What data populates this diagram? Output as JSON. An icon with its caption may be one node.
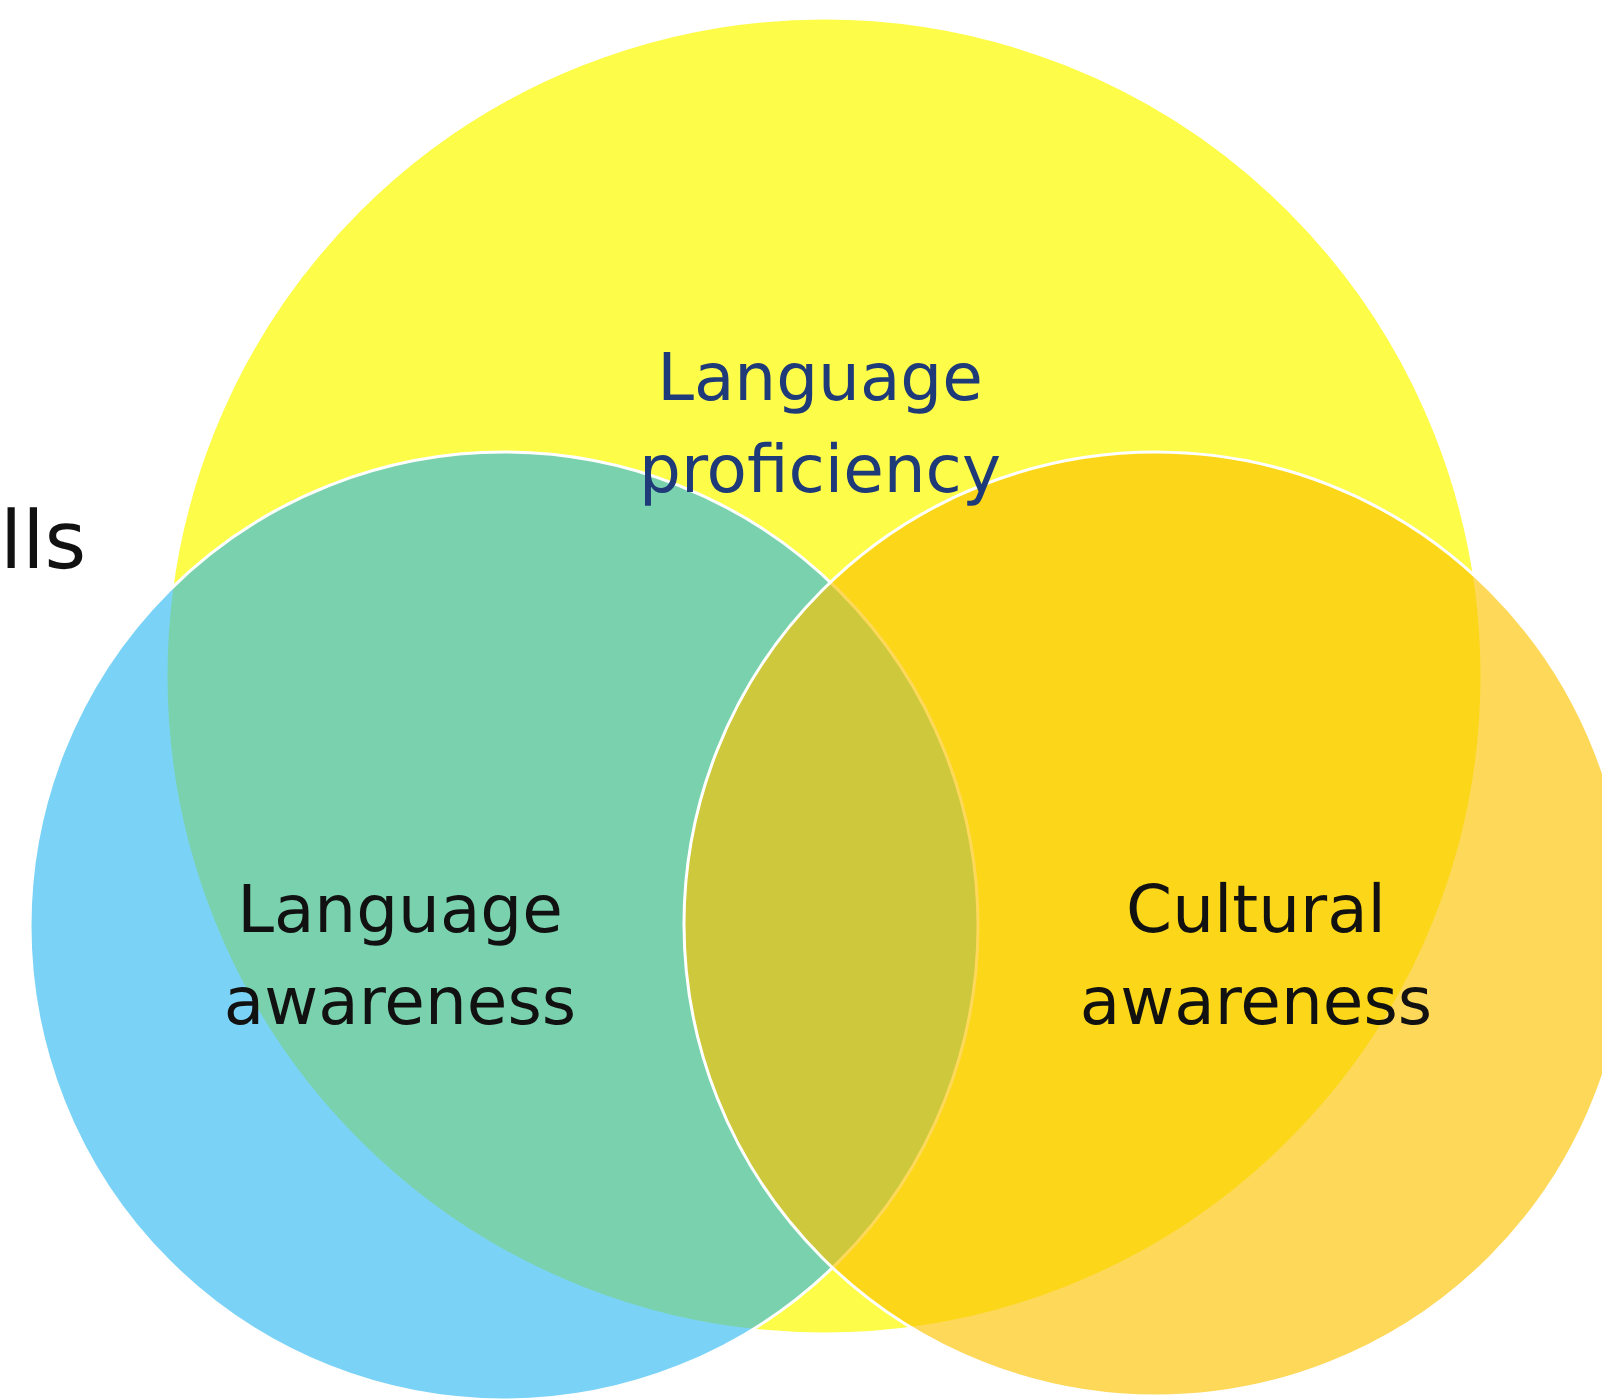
{
  "diagram": {
    "nodes": [
      {
        "text": [
          "Language proficiency"
        ]
      },
      {
        "text": [
          "Language awareness"
        ]
      },
      {
        "text": [
          "Cultural awareness"
        ]
      }
    ],
    "labels": [
      "lls"
    ]
  }
}
